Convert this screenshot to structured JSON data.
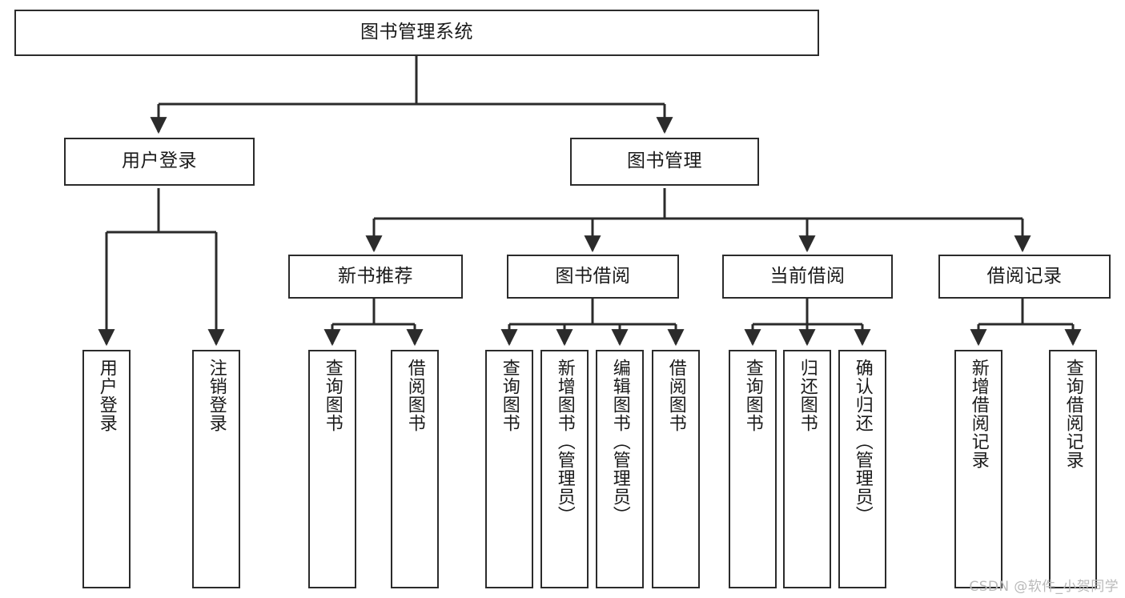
{
  "diagram": {
    "title": "图书管理系统",
    "watermark": "CSDN @软件_小贺同学",
    "colors": {
      "background": "#ffffff",
      "box_border": "#2b2b2b",
      "box_fill": "#ffffff",
      "edge": "#2b2b2b",
      "text": "#1a1a1a",
      "watermark": "#b9b9b9"
    },
    "root": {
      "label": "图书管理系统"
    },
    "level1": [
      {
        "label": "用户登录"
      },
      {
        "label": "图书管理"
      }
    ],
    "level2": [
      {
        "label": "新书推荐"
      },
      {
        "label": "图书借阅"
      },
      {
        "label": "当前借阅"
      },
      {
        "label": "借阅记录"
      }
    ],
    "leaves": {
      "user_login": [
        {
          "label": "用户登录"
        },
        {
          "label": "注销登录"
        }
      ],
      "new_books": [
        {
          "label": "查询图书"
        },
        {
          "label": "借阅图书"
        }
      ],
      "book_borrow": [
        {
          "label": "查询图书"
        },
        {
          "label": "新增图书（管理员）"
        },
        {
          "label": "编辑图书（管理员）"
        },
        {
          "label": "借阅图书"
        }
      ],
      "current_borrow": [
        {
          "label": "查询图书"
        },
        {
          "label": "归还图书"
        },
        {
          "label": "确认归还（管理员）"
        }
      ],
      "borrow_records": [
        {
          "label": "新增借阅记录"
        },
        {
          "label": "查询借阅记录"
        }
      ]
    }
  }
}
